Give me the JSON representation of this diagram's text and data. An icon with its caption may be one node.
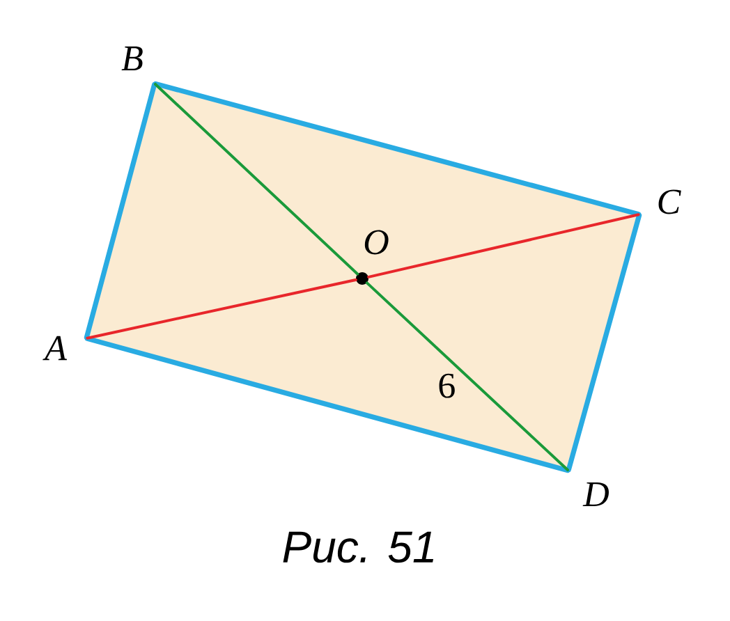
{
  "diagram": {
    "caption": "Рис. 51",
    "nodes": [
      {
        "text": [],
        "shape": "point",
        "beside": [
          "A"
        ]
      },
      {
        "text": [],
        "shape": "point",
        "beside": [
          "B"
        ]
      },
      {
        "text": [],
        "shape": "point",
        "beside": [
          "C"
        ]
      },
      {
        "text": [],
        "shape": "point",
        "beside": [
          "D"
        ]
      },
      {
        "text": [],
        "shape": "circle",
        "beside": [
          "O"
        ]
      }
    ],
    "edges": [
      {
        "from": 0,
        "to": 1,
        "arrow": "none",
        "style": "thick"
      },
      {
        "from": 1,
        "to": 2,
        "arrow": "none",
        "style": "thick"
      },
      {
        "from": 2,
        "to": 3,
        "arrow": "none",
        "style": "thick"
      },
      {
        "from": 3,
        "to": 0,
        "arrow": "none",
        "style": "thick"
      },
      {
        "from": 0,
        "to": 4,
        "arrow": "none",
        "color": "#e8262b"
      },
      {
        "from": 4,
        "to": 2,
        "arrow": "none",
        "color": "#e8262b"
      },
      {
        "from": 1,
        "to": 4,
        "arrow": "none",
        "color": "#1a9a3a"
      },
      {
        "from": 4,
        "to": 3,
        "arrow": "none",
        "color": "#1a9a3a",
        "label": "6"
      }
    ]
  }
}
